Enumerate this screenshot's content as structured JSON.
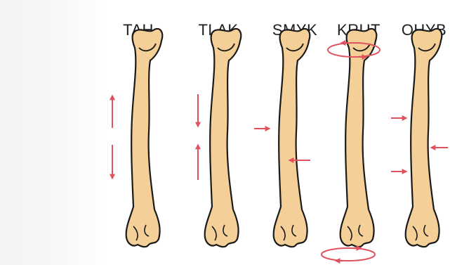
{
  "labels": {
    "tension": "TAH",
    "compression": "TLAK",
    "shear": "SMYK",
    "torsion": "KRUT",
    "bending": "OHYB"
  },
  "colors": {
    "bone_fill": "#f4cf98",
    "bone_outline": "#1a1a1a",
    "arrow": "#e0525e",
    "label_text": "#1e1e1e"
  },
  "icons": {
    "arrow": "red-arrow-icon",
    "rotation": "rotation-arrow-icon"
  }
}
